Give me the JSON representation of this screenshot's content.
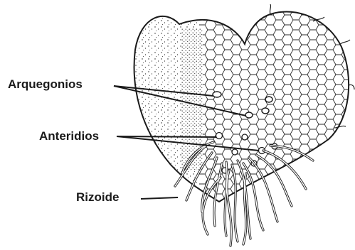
{
  "diagram": {
    "labels": {
      "arquegonios": "Arquegonios",
      "anteridios": "Anteridios",
      "rizoide": "Rizoide"
    },
    "colors": {
      "ink": "#1a1a1a",
      "background": "#ffffff"
    }
  }
}
